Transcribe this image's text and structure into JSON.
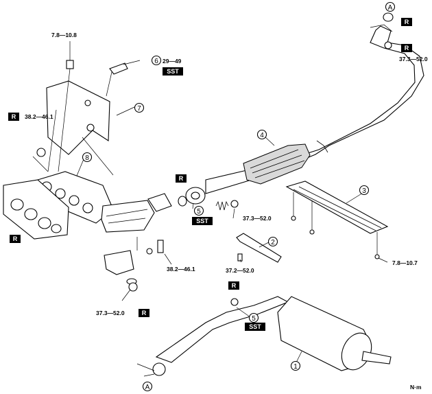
{
  "torques": {
    "bolt_top": "7.8—10.8",
    "sensor": "29—49",
    "nut_left": "38.2—46.1",
    "front_pipe_nuts": "37.3—52.0",
    "front_pipe_nuts_top": "37.3—52.0",
    "bracket_bolt": "38.2—46.1",
    "lower_nut": "37.3—52.0",
    "hanger_bolt": "37.2—52.0",
    "heat_insulator_bolt": "7.8—10.7"
  },
  "markers": {
    "r": "R",
    "sst": "SST",
    "a_top": "A",
    "a_bottom": "A"
  },
  "callouts": [
    "1",
    "2",
    "3",
    "4",
    "5",
    "5",
    "6",
    "7",
    "8"
  ],
  "unit": "N·m"
}
